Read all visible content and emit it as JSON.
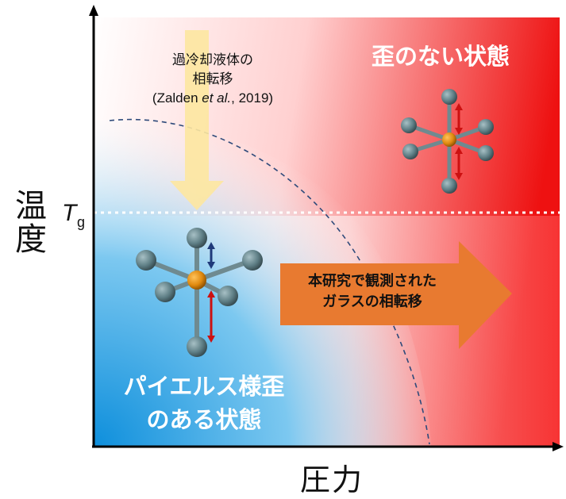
{
  "axes": {
    "y_title": "温度",
    "x_title": "圧力",
    "tg_symbol": "T",
    "tg_subscript": "g"
  },
  "regions": {
    "undistorted_state": "歪のない状態",
    "peierls_line1": "パイエルス様歪",
    "peierls_line2": "のある状態"
  },
  "arrows": {
    "pressure_transition_line1": "本研究で観測された",
    "pressure_transition_line2": "ガラスの相転移",
    "supercooled_line1": "過冷却液体の",
    "supercooled_line2": "相転移",
    "supercooled_cite_pre": "(Zalden ",
    "supercooled_cite_em": "et al.",
    "supercooled_cite_post": ", 2019)"
  },
  "colors": {
    "hot_red": "#ee1a1a",
    "cold_blue": "#1e9be0",
    "arrow_orange": "#e87a30",
    "arrow_yellow": "#fde7a0",
    "boundary_dash": "#2e4a7a",
    "atom_center": "#e08a10",
    "atom_outer": "#5f7f86",
    "distortion_red": "#cc1111",
    "distortion_navy": "#1f3a7a"
  }
}
